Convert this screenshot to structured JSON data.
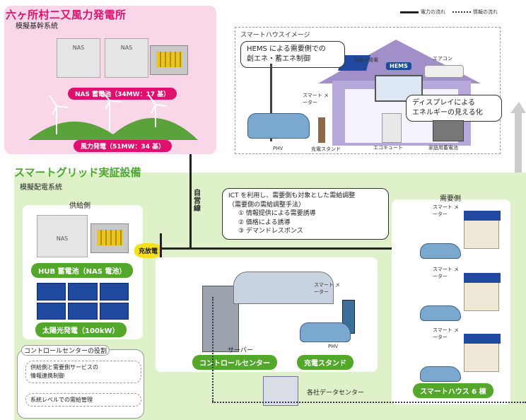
{
  "top_title": "六ヶ所村二又風力発電所",
  "top_subtitle": "模擬基幹系統",
  "legend": {
    "power": "電力の流れ",
    "info": "情報の流れ"
  },
  "nas_label": "NAS 蓄電池（34MW：17 基）",
  "wind_label": "風力発電（51MW：34 基）",
  "nas_block_text": "NAS",
  "smart_house_image": {
    "caption": "スマートハウスイメージ",
    "hems_callout": [
      "HEMS による需要側での",
      "創エネ・蓄エネ制御"
    ],
    "display_callout": [
      "ディスプレイによる",
      "エネルギーの見える化"
    ],
    "hems_badge": "HEMS",
    "labels": {
      "solar": "太陽光発電",
      "aircon": "エアコン",
      "meter": "スマート メーター",
      "ecocute": "エコキュート",
      "home_battery": "家庭用蓄電池",
      "phv": "PHV",
      "charge_stand": "充電スタンド"
    }
  },
  "smartgrid_title": "スマートグリッド実証設備",
  "smartgrid_subtitle": "模擬配電系統",
  "jiei_line": "自営線",
  "supply_side": "供給側",
  "charge_discharge": "充放電",
  "hub_battery": "HUB 蓄電池（NAS 電池）",
  "solar_label": "太陽光発電（100kW）",
  "ict_box": {
    "line1": "ICT を利用し、需要側も対象とした需給調整",
    "line2": "（需要側の需給調整手法）",
    "items": [
      "① 情報提供による需要誘導",
      "② 価格による誘導",
      "③ デマンドレスポンス"
    ]
  },
  "demand_side": "需要側",
  "smart_meter": "スマート メーター",
  "server_label": "サーバー",
  "phv_label": "PHV",
  "control_center_label": "コントロールセンター",
  "charge_stand_label": "充電スタンド",
  "smart_house_6": "スマートハウス 6 棟",
  "data_center_label": "各社データセンター",
  "control_role": {
    "title": "コントロールセンターの役割",
    "item1": [
      "供給側と需要側サービスの",
      "情報連携制御"
    ],
    "item2": "系統レベルでの需給管理"
  },
  "colors": {
    "pink": "#e0106e",
    "green": "#53a82c",
    "panel_pink": "#f9d6e8",
    "panel_green": "#dff1c8"
  }
}
